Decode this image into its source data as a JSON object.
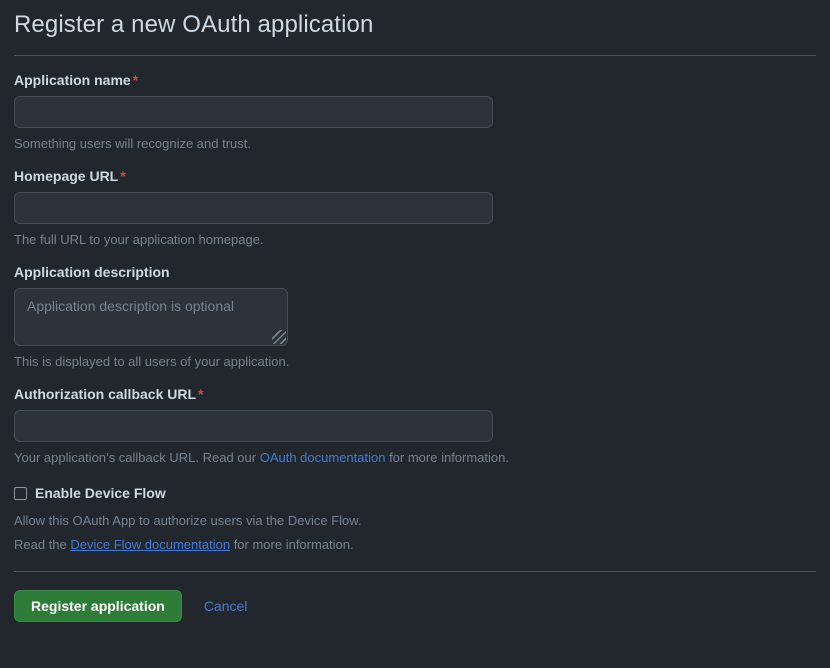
{
  "page": {
    "title": "Register a new OAuth application"
  },
  "fields": {
    "app_name": {
      "label": "Application name",
      "required_marker": "*",
      "value": "",
      "placeholder": "",
      "help": "Something users will recognize and trust."
    },
    "homepage_url": {
      "label": "Homepage URL",
      "required_marker": "*",
      "value": "",
      "placeholder": "",
      "help": "The full URL to your application homepage."
    },
    "description": {
      "label": "Application description",
      "value": "",
      "placeholder": "Application description is optional",
      "help": "This is displayed to all users of your application."
    },
    "callback_url": {
      "label": "Authorization callback URL",
      "required_marker": "*",
      "value": "",
      "placeholder": "",
      "help_before": "Your application’s callback URL. Read our ",
      "help_link": "OAuth documentation",
      "help_after": " for more information."
    }
  },
  "device_flow": {
    "checkbox_label": "Enable Device Flow",
    "checked": false,
    "note": "Allow this OAuth App to authorize users via the Device Flow.",
    "read_before": "Read the ",
    "read_link": "Device Flow documentation",
    "read_after": " for more information."
  },
  "actions": {
    "submit_label": "Register application",
    "cancel_label": "Cancel"
  },
  "colors": {
    "background": "#22272e",
    "input_background": "#2d333b",
    "input_border": "#444c56",
    "divider": "#4b535d",
    "text_primary": "#cdd9e5",
    "text_muted": "#768390",
    "link": "#447bd4",
    "required_asterisk": "#cf4a3e",
    "button_green": "#2d7d39",
    "button_text": "#ffffff"
  }
}
